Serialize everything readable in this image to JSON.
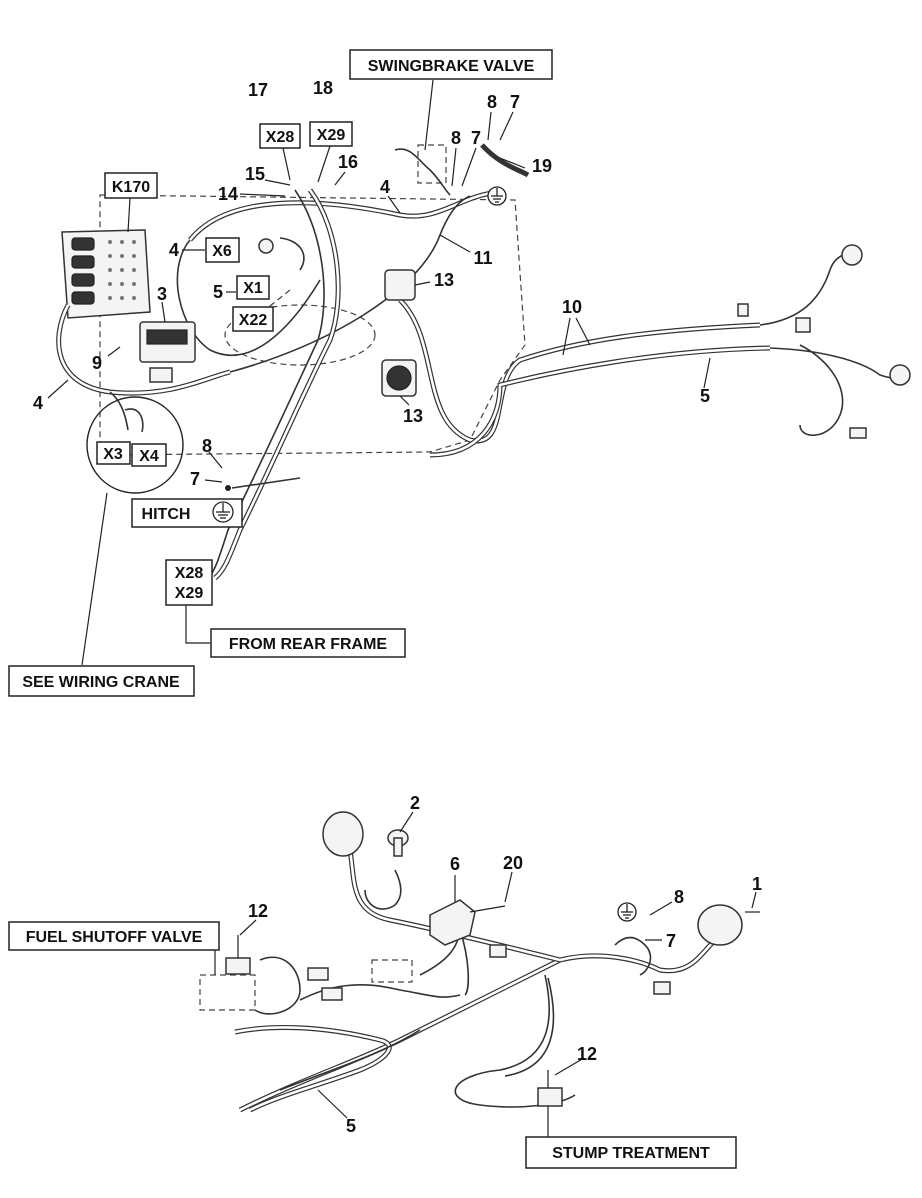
{
  "labels": {
    "swingbrake_valve": "SWINGBRAKE VALVE",
    "hitch": "HITCH",
    "from_rear_frame": "FROM REAR FRAME",
    "see_wiring_crane": "SEE WIRING CRANE",
    "fuel_shutoff_valve": "FUEL SHUTOFF VALVE",
    "stump_treatment": "STUMP TREATMENT"
  },
  "connectors": {
    "k170": "K170",
    "x28": "X28",
    "x29": "X29",
    "x6": "X6",
    "x1": "X1",
    "x22": "X22",
    "x3": "X3",
    "x4": "X4",
    "x28_rear": "X28",
    "x29_rear": "X29"
  },
  "callouts_top": {
    "c17": "17",
    "c18": "18",
    "c8a": "8",
    "c7a": "7",
    "c8b": "8",
    "c7b": "7",
    "c19": "19",
    "c15": "15",
    "c16": "16",
    "c14": "14",
    "c4a": "4",
    "c4b": "4",
    "c11": "11",
    "c3": "3",
    "c13a": "13",
    "c5a": "5",
    "c9": "9",
    "c10": "10",
    "c5b": "5",
    "c4c": "4",
    "c13b": "13",
    "c8c": "8",
    "c7c": "7"
  },
  "callouts_bottom": {
    "c2": "2",
    "c6": "6",
    "c20": "20",
    "c1": "1",
    "c12a": "12",
    "c8": "8",
    "c7": "7",
    "c12b": "12",
    "c5": "5"
  }
}
